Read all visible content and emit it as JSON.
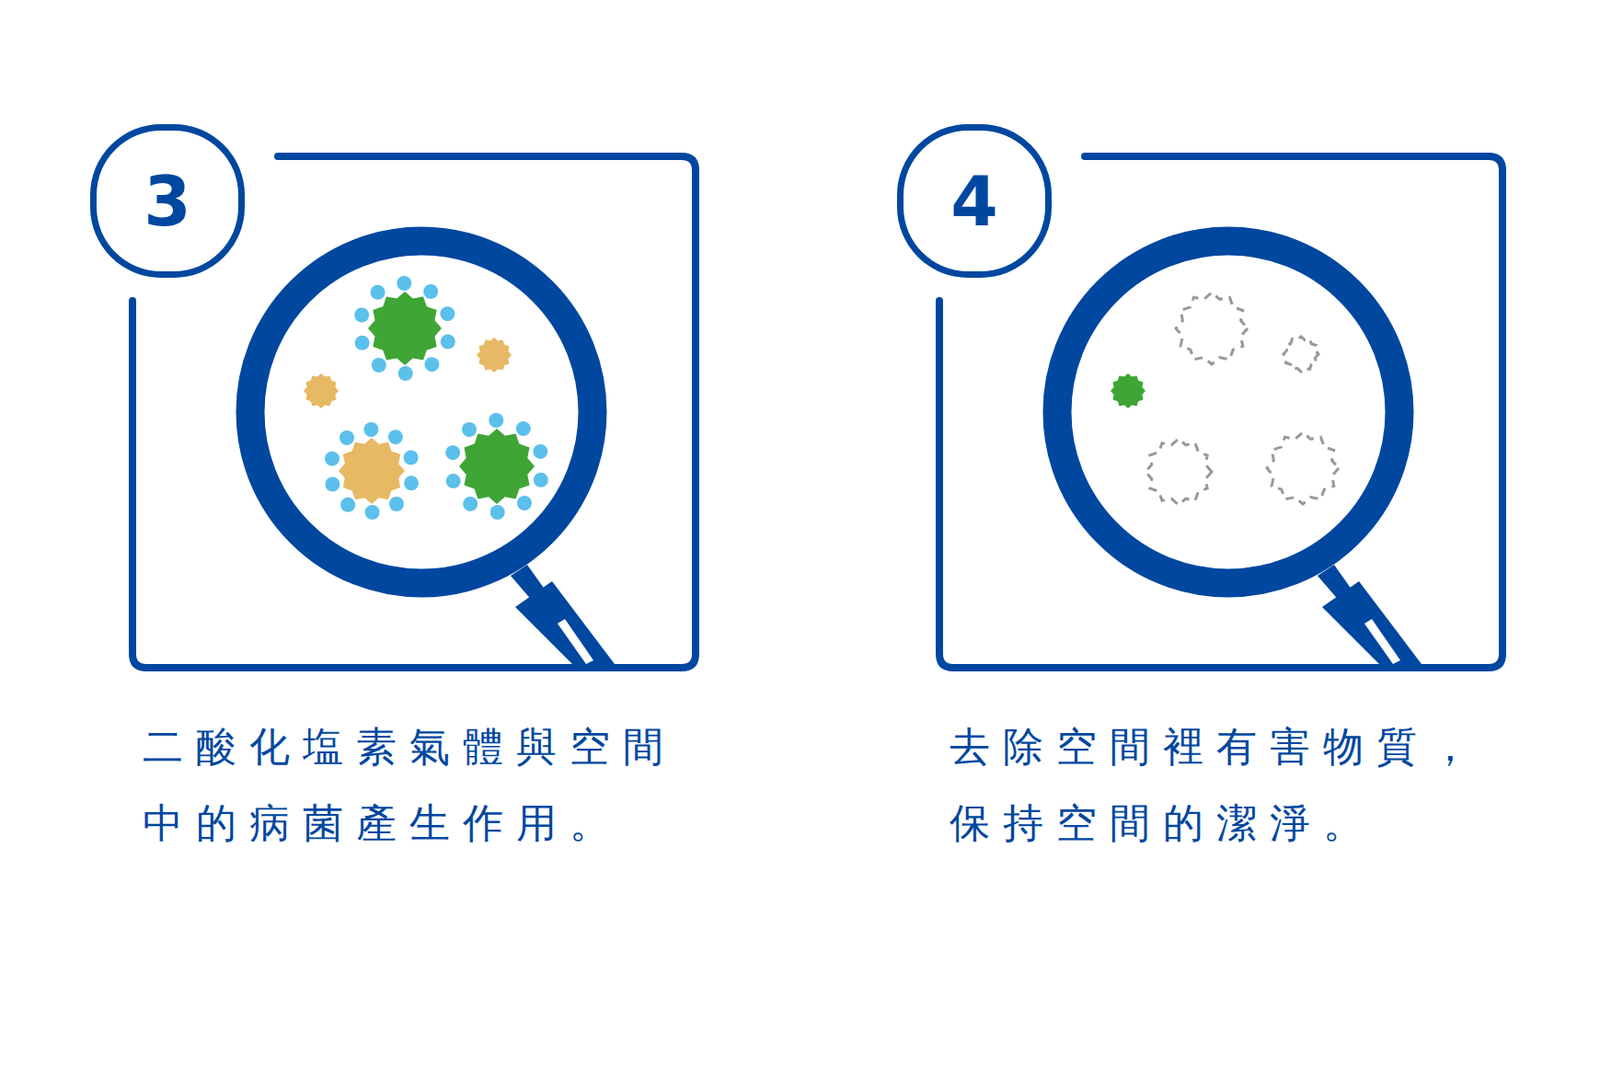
{
  "diagram": {
    "nodes": [
      {
        "text": [
          "二酸化塩素氣體與空間 中的病菌產生作用。"
        ]
      },
      {
        "text": [
          "3"
        ],
        "in": 0
      },
      {
        "text": [
          "去除空間裡有害物質， 保持空間的潔淨。"
        ]
      },
      {
        "text": [
          "4"
        ],
        "in": 2
      }
    ]
  }
}
